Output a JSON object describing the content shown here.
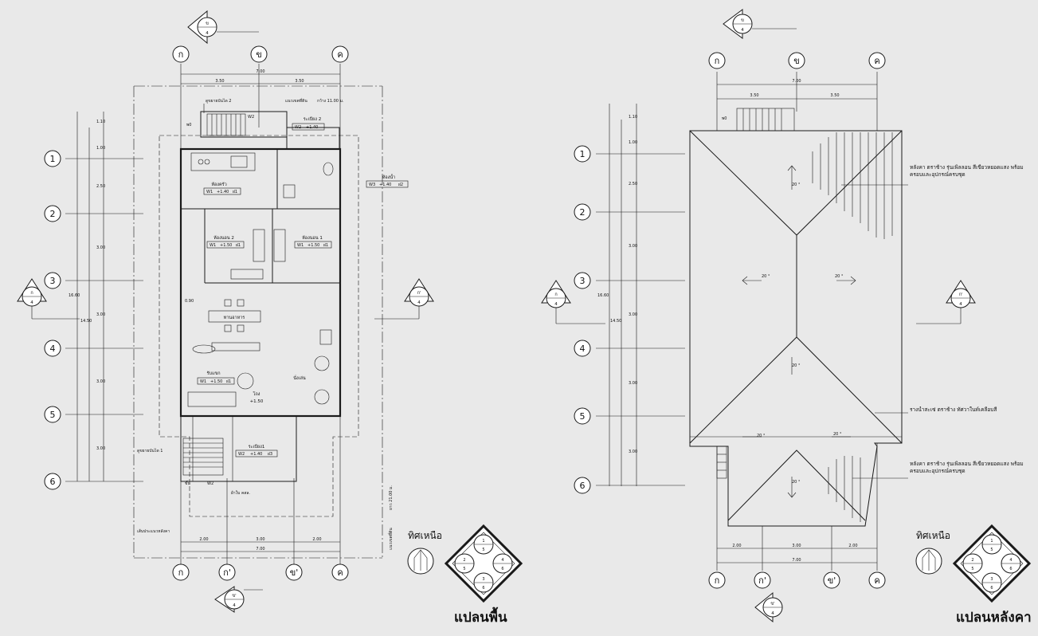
{
  "plans": [
    {
      "title": "แปลนพื้น",
      "grid_top": [
        "ก",
        "ข",
        "ค"
      ],
      "grid_bottom": [
        "ก",
        "ก'",
        "ข'",
        "ค"
      ],
      "grid_rows": [
        "1",
        "2",
        "3",
        "4",
        "5",
        "6"
      ],
      "dims_top": [
        "7.00",
        "3.50",
        "3.50"
      ],
      "dims_bottom": [
        "2.00",
        "3.00",
        "2.00",
        "7.00"
      ],
      "dims_side": [
        "1.10",
        "1.00",
        "2.50",
        "3.00",
        "3.00",
        "3.00",
        "3.00"
      ],
      "dims_overall": [
        "16.60",
        "14.50"
      ],
      "rooms": [
        {
          "name": "ห้องครัว",
          "tag": [
            "W1",
            "+1.40",
            "ฝ1"
          ]
        },
        {
          "name": "ห้องนอน 2",
          "tag": [
            "W1",
            "+1.50",
            "ฝ1"
          ]
        },
        {
          "name": "ห้องนอน 1",
          "tag": [
            "W1",
            "+1.50",
            "ฝ1"
          ]
        },
        {
          "name": "ทานอาหาร",
          "tag": []
        },
        {
          "name": "รับแขก",
          "tag": [
            "W1",
            "+1.50",
            "ฝ1"
          ]
        },
        {
          "name": "นั่งเล่น",
          "tag": []
        },
        {
          "name": "ห้องน้ำ",
          "tag": [
            "W3",
            "+1.40",
            "ฝ2"
          ]
        },
        {
          "name": "ระเบียง 2",
          "tag": [
            "W2",
            "+1.40"
          ]
        },
        {
          "name": "ระเบียง1",
          "tag": [
            "W2",
            "+1.40",
            "ฝ3"
          ]
        }
      ],
      "labels": {
        "stair2": "ดูขยายบันได 2",
        "boundary_top": "แนวเขตที่ดิน",
        "width_top": "กว้าง 11.00 ม.",
        "ra": "พ0",
        "w2": "W2",
        "stair1": "ดูขยายบันได 1",
        "step": "ขั้น",
        "w2b": "W2",
        "canopy": "ผ้าใบ คสล.",
        "eaves": "เส้นประแนวหลังคา",
        "length_side": "ยาว 21.00 ม.",
        "boundary_side": "แนวเขตที่ดิน",
        "foyer": "โถง",
        "foyer_lvl": "+1.50",
        "lvl090": "0.90",
        "section_a": "ก",
        "section_a2": "ก'",
        "section_b": "ข",
        "section_b2": "ข'",
        "section_no": "4"
      },
      "north": "ทิศเหนือ",
      "key": [
        "1",
        "5",
        "2",
        "5",
        "4",
        "6",
        "3",
        "6"
      ]
    },
    {
      "title": "แปลนหลังคา",
      "grid_top": [
        "ก",
        "ข",
        "ค"
      ],
      "grid_bottom": [
        "ก",
        "ก'",
        "ข'",
        "ค"
      ],
      "grid_rows": [
        "1",
        "2",
        "3",
        "4",
        "5",
        "6"
      ],
      "dims_top": [
        "7.00",
        "3.50",
        "3.50"
      ],
      "dims_bottom": [
        "2.00",
        "3.00",
        "2.00",
        "7.00"
      ],
      "dims_side": [
        "1.10",
        "1.00",
        "2.50",
        "3.00",
        "3.00",
        "3.00",
        "3.00"
      ],
      "dims_overall": [
        "16.60",
        "14.50"
      ],
      "slope": "20 °",
      "notes": [
        "หลังคา ตราช้าง รุ่นเพิ่ลลอน สีเขียวหยอดแสง พร้อมครอบและอุปกรณ์ครบชุด",
        "รางน้ำสะเซ่ ตราช้าง ทัศวาในท์เคลือบสี",
        "หลังคา ตราช้าง รุ่นเพิ่ลลอน สีเขียวหยอดแสง พร้อมครอบและอุปกรณ์ครบชุด"
      ],
      "ra": "พ0",
      "north": "ทิศเหนือ",
      "key": [
        "1",
        "5",
        "2",
        "5",
        "4",
        "6",
        "3",
        "6"
      ]
    }
  ]
}
